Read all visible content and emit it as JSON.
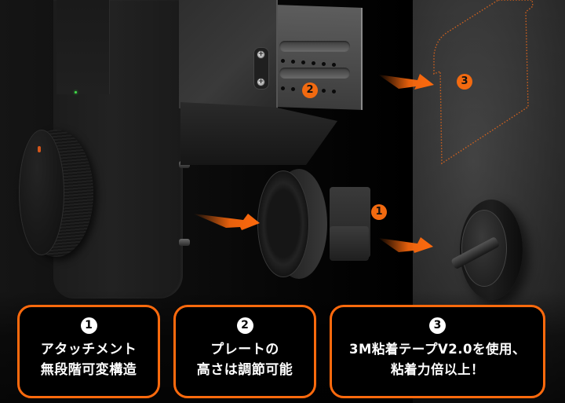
{
  "image": {
    "description": "Smart lock installation diagram with numbered features",
    "accent_color": "#ff6a0d",
    "background_color": "#000000"
  },
  "diagram": {
    "markers": [
      {
        "id": "1",
        "label": "1",
        "target": "attachment"
      },
      {
        "id": "2",
        "label": "2",
        "target": "mounting-plate"
      },
      {
        "id": "3",
        "label": "3",
        "target": "adhesive-tape-area"
      }
    ],
    "components": {
      "lock_body": "smart-lock-body",
      "knob": "rotary-knob",
      "status_led": "green",
      "plate": "height-adjustable-plate",
      "attachment": "stepless-attachment",
      "thumb_turn": "door-thumb-turn",
      "tape_outline": "3m-adhesive-tape-outline"
    },
    "arrows": [
      {
        "from": "lock-plate",
        "to": "door",
        "direction": "right"
      },
      {
        "from": "left",
        "to": "attachment",
        "direction": "right"
      },
      {
        "from": "attachment",
        "to": "thumb-turn",
        "direction": "right"
      }
    ]
  },
  "features": [
    {
      "number": "1",
      "line1": "アタッチメント",
      "line2": "無段階可変構造"
    },
    {
      "number": "2",
      "line1": "プレートの",
      "line2": "高さは調節可能"
    },
    {
      "number": "3",
      "line1": "3M粘着テープV2.0を使用、",
      "line2": "粘着力倍以上！"
    }
  ]
}
